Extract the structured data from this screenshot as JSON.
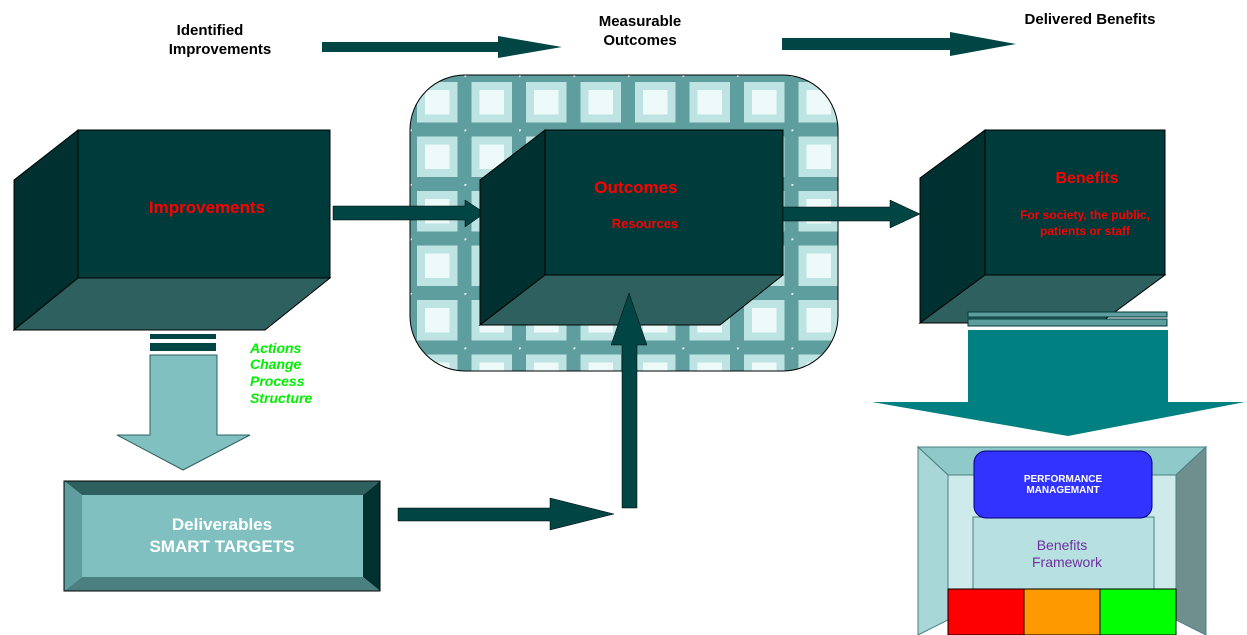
{
  "header": {
    "identified": [
      "Identified",
      "Improvements"
    ],
    "measurable": [
      "Measurable",
      "Outcomes"
    ],
    "delivered": "Delivered Benefits"
  },
  "boxes": {
    "improvements": "Improvements",
    "outcomes": "Outcomes",
    "resources": "Resources",
    "benefits": "Benefits",
    "benefits_sub": [
      "For society, the public,",
      "patients or staff"
    ]
  },
  "actions": [
    "Actions",
    "Change",
    "Process",
    "Structure"
  ],
  "deliverables": [
    "Deliverables",
    "SMART TARGETS"
  ],
  "framework": {
    "performance": [
      "PERFORMANCE",
      "MANAGEMANT"
    ],
    "benefits": [
      "Benefits",
      "Framework"
    ]
  },
  "colors": {
    "dark_box": "#003b3b",
    "box_side": "#003030",
    "box_bottom": "#2f6060",
    "arrow": "#014545",
    "light_teal": "#80c0c0",
    "teal_arrow": "#008080",
    "red_text": "#ff0000",
    "green_text": "#00ee00",
    "status_red": "#ff0000",
    "status_amber": "#ff9900",
    "status_green": "#00ff00",
    "performance_blue": "#3333ff"
  }
}
